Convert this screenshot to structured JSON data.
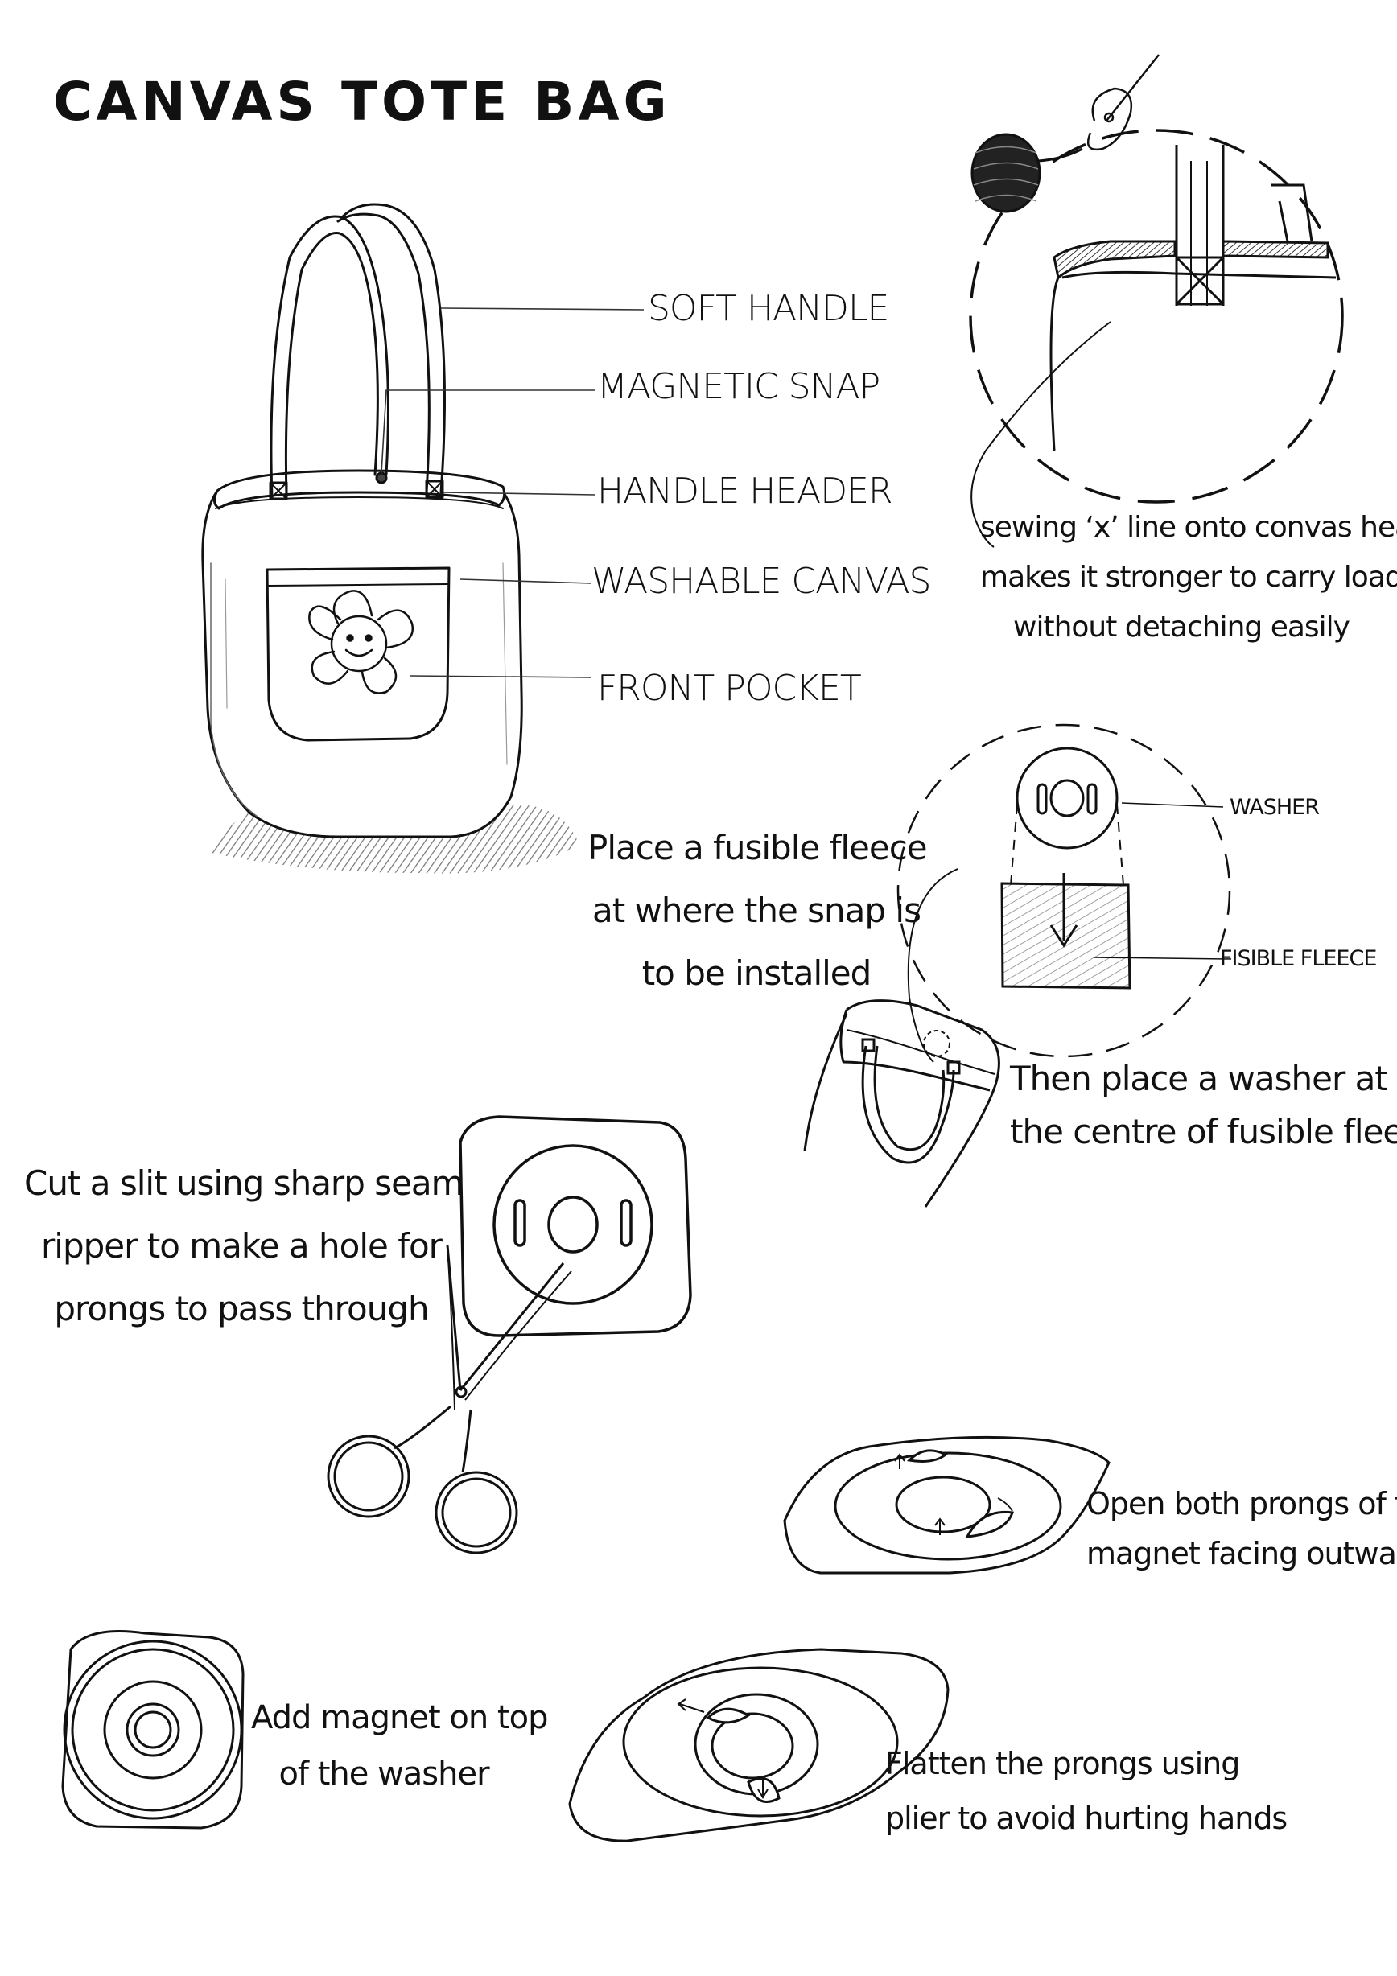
{
  "title": "CANVAS TOTE BAG",
  "callouts": {
    "soft_handle": "SOFT HANDLE",
    "magnetic_snap": "MAGNETIC SNAP",
    "handle_header": "HANDLE HEADER",
    "washable_canvas": "WASHABLE CANVAS",
    "front_pocket": "FRONT POCKET"
  },
  "detail_labels": {
    "washer": "WASHER",
    "fusible_fleece": "FISIBLE FLEECE"
  },
  "notes": {
    "sewing_x": [
      "sewing ‘x’ line onto convas header",
      "makes it stronger to carry loads",
      "without detaching  easily"
    ]
  },
  "steps": {
    "fleece": [
      "Place a fusible fleece",
      "at where the snap is",
      "to be installed"
    ],
    "washer": [
      "Then place a washer at",
      "the centre of fusible fleece"
    ],
    "slit": [
      "Cut a slit using sharp seam",
      "ripper to make a hole for",
      "prongs to pass through"
    ],
    "prongs_open": [
      "Open both prongs of the",
      "magnet facing outwards"
    ],
    "magnet": [
      "Add magnet on top",
      "of the washer"
    ],
    "flatten": [
      "Flatten the prongs using",
      "plier to avoid hurting hands"
    ]
  },
  "icons": [
    "tote-bag-icon",
    "smiley-flower-icon",
    "thread-spool-icon",
    "needle-icon",
    "magnetic-snap-icon",
    "scissors-icon",
    "washer-icon"
  ],
  "colors": {
    "ink": "#111111",
    "paper": "#ffffff",
    "fleece_shade": "#bdbdbd"
  }
}
